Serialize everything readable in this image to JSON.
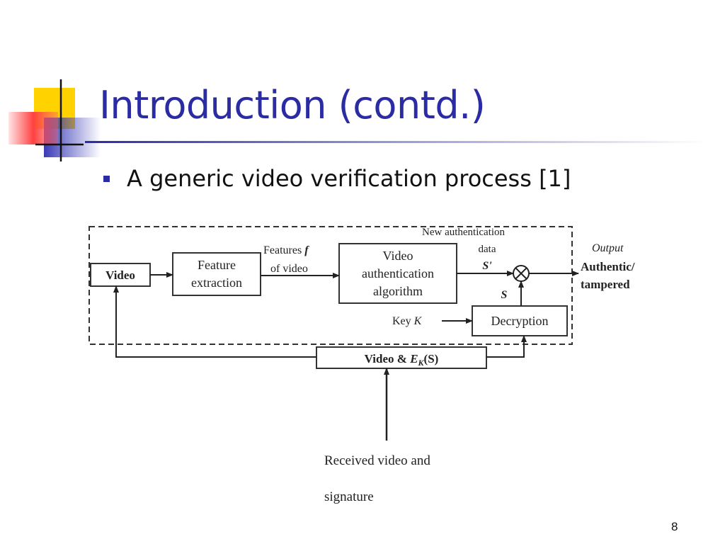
{
  "slide": {
    "title": "Introduction (contd.)",
    "bullet": "A generic video verification process [1]",
    "page_number": "8"
  },
  "diagram": {
    "boxes": {
      "video": "Video",
      "feature_line1": "Feature",
      "feature_line2": "extraction",
      "auth_line1": "Video",
      "auth_line2": "authentication",
      "auth_line3": "algorithm",
      "decryption": "Decryption",
      "received_bundle_prefix": "Video & ",
      "received_bundle_E": "E",
      "received_bundle_K": "K",
      "received_bundle_suffix": "(S)"
    },
    "labels": {
      "features_line1": "Features ",
      "features_f": "f",
      "features_line2": "of video",
      "new_auth_line1": "New authentication",
      "new_auth_line2": "data",
      "s_prime": "S'",
      "s": "S",
      "key_prefix": "Key ",
      "key_K": "K",
      "output": "Output",
      "result_line1": "Authentic/",
      "result_line2": "tampered",
      "received_line1": "Received video and",
      "received_line2": "signature"
    }
  },
  "colors": {
    "title": "#2b2ba4",
    "accent_yellow": "#ffd200",
    "accent_red": "#ff3a3a"
  }
}
